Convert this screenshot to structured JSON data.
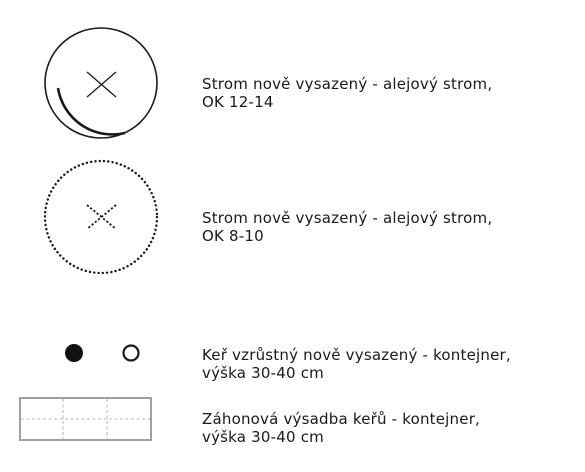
{
  "legend": {
    "items": [
      {
        "symbol": "tree-circle-solid-with-cross",
        "line1": "Strom nově vysazený - alejový strom,",
        "line2": "OK 12-14"
      },
      {
        "symbol": "tree-circle-dotted-with-dashed-cross",
        "line1": "Strom nově vysazený - alejový strom,",
        "line2": "OK 8-10"
      },
      {
        "symbol": "shrub-filled-and-open-dots",
        "line1": "Keř vzrůstný nově vysazený - kontejner,",
        "line2": "výška 30-40 cm"
      },
      {
        "symbol": "shrub-bed-dashed-grid-rectangle",
        "line1": "Záhonová výsadba keřů - kontejner,",
        "line2": "výška 30-40 cm"
      }
    ]
  },
  "colors": {
    "line": "#1a1a1a",
    "bed_border": "#a0a0a0",
    "bed_grid": "#b4b4b4"
  }
}
